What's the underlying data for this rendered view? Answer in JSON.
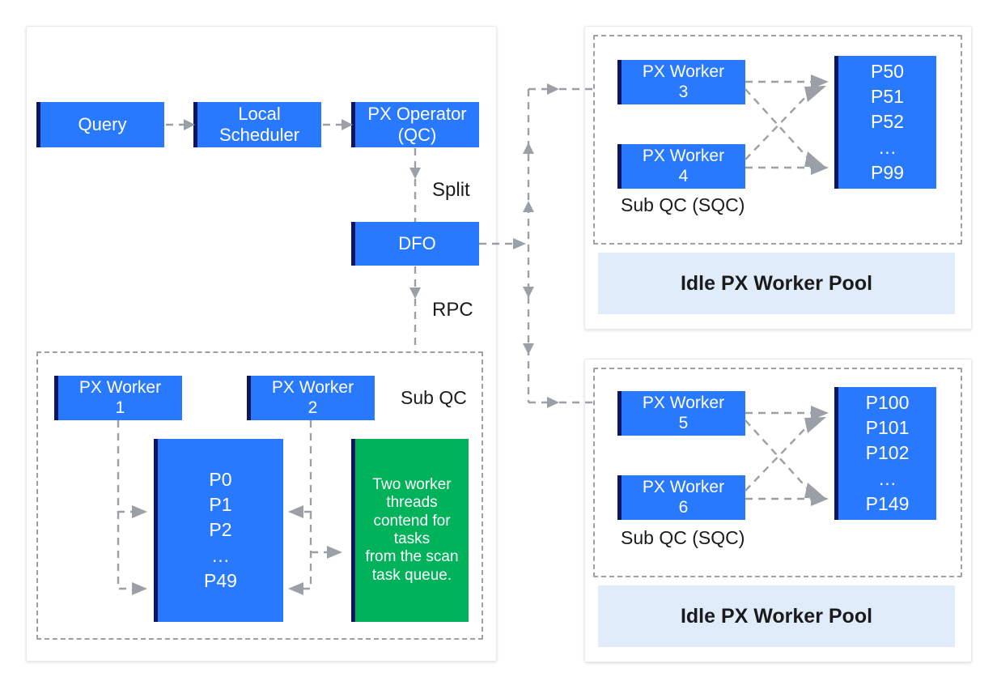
{
  "diagram": {
    "title": "PX parallel execution worker / sub-QC diagram",
    "colors": {
      "node_blue": "#2979ff",
      "node_green": "#00b259",
      "node_edge_dark": "#0b1560",
      "pool_blue": "#e1ecfa",
      "dash_gray": "#9aa0a6",
      "panel_border": "#e8eaed",
      "text_dark": "#1b1b1b",
      "text_light": "#ffffff"
    }
  },
  "left_panel": {
    "pipeline": [
      {
        "id": "query",
        "label": "Query"
      },
      {
        "id": "local-scheduler",
        "label": "Local\nScheduler"
      },
      {
        "id": "px-operator",
        "label": "PX Operator\n(QC)"
      },
      {
        "id": "dfo",
        "label": "DFO"
      }
    ],
    "edge_labels": {
      "split": "Split",
      "rpc": "RPC"
    },
    "sub_qc": {
      "label": "Sub QC",
      "workers": [
        {
          "id": "px-worker-1",
          "label": "PX Worker\n1"
        },
        {
          "id": "px-worker-2",
          "label": "PX Worker\n2"
        }
      ],
      "partition_block": {
        "id": "partitions-p0-p49",
        "lines": [
          "P0",
          "P1",
          "P2",
          "…",
          "P49"
        ]
      },
      "note_block": {
        "id": "scan-task-queue-note",
        "text": "Two worker\nthreads\ncontend for\ntasks\nfrom the scan\ntask queue."
      }
    }
  },
  "right_panels": [
    {
      "id": "server-panel-top",
      "sub_qc": {
        "label": "Sub QC (SQC)",
        "workers": [
          {
            "id": "px-worker-3",
            "label": "PX Worker\n3"
          },
          {
            "id": "px-worker-4",
            "label": "PX Worker\n4"
          }
        ],
        "partition_block": {
          "id": "partitions-p50-p99",
          "lines": [
            "P50",
            "P51",
            "P52",
            "…",
            "P99"
          ]
        }
      },
      "pool_label": "Idle PX Worker Pool"
    },
    {
      "id": "server-panel-bottom",
      "sub_qc": {
        "label": "Sub QC (SQC)",
        "workers": [
          {
            "id": "px-worker-5",
            "label": "PX Worker\n5"
          },
          {
            "id": "px-worker-6",
            "label": "PX Worker\n6"
          }
        ],
        "partition_block": {
          "id": "partitions-p100-p149",
          "lines": [
            "P100",
            "P101",
            "P102",
            "…",
            "P149"
          ]
        }
      },
      "pool_label": "Idle PX Worker Pool"
    }
  ]
}
